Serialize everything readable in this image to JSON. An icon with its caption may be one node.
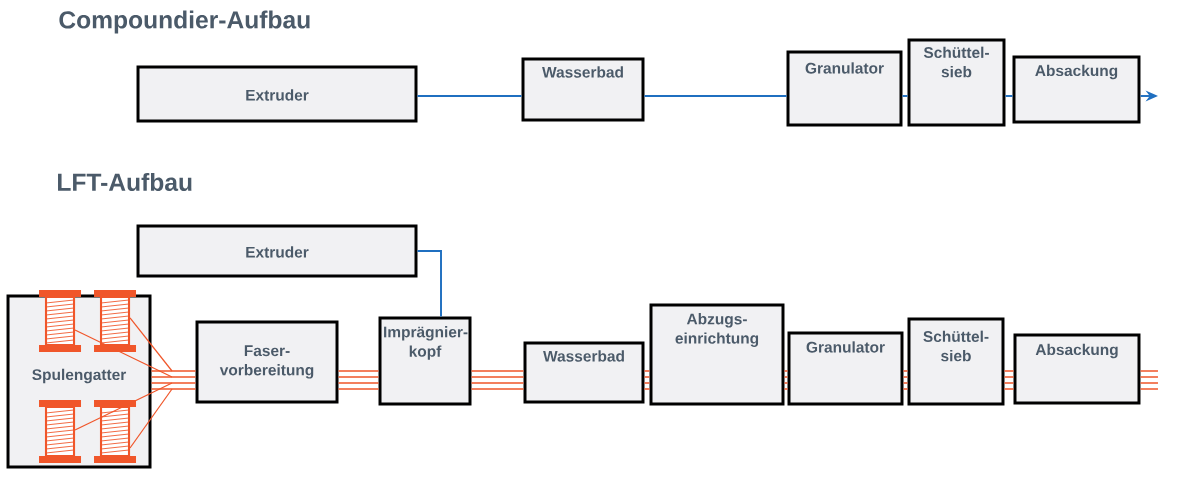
{
  "diagram": {
    "nodes": [
      {
        "text": [
          "Extruder"
        ]
      },
      {
        "text": [
          "Wasserbad"
        ]
      },
      {
        "text": [
          "Granulator"
        ]
      },
      {
        "text": [
          "Schüttel- sieb"
        ]
      },
      {
        "text": [
          "Absackung"
        ]
      },
      {
        "text": [
          "Extruder"
        ]
      },
      {
        "text": [
          "Spulengatter"
        ]
      },
      {
        "text": [
          "Faser- vorbereitung"
        ]
      },
      {
        "text": [
          "Imprägnier- kopf"
        ]
      },
      {
        "text": [
          "Wasserbad"
        ]
      },
      {
        "text": [
          "Abzugs- einrichtung"
        ]
      },
      {
        "text": [
          "Granulator"
        ]
      },
      {
        "text": [
          "Schüttel- sieb"
        ]
      },
      {
        "text": [
          "Absackung"
        ]
      }
    ],
    "edges": [
      {
        "from": 0,
        "to": 1,
        "arrow": "none",
        "color": "#1f6fc0"
      },
      {
        "from": 1,
        "to": 2,
        "arrow": "none",
        "color": "#1f6fc0"
      },
      {
        "from": 2,
        "to": 3,
        "arrow": "none",
        "color": "#1f6fc0"
      },
      {
        "from": 3,
        "to": 4,
        "arrow": "none",
        "color": "#1f6fc0"
      },
      {
        "from": 4,
        "to": null,
        "arrow": "to",
        "color": "#1f6fc0"
      },
      {
        "from": 5,
        "to": 8,
        "arrow": "none",
        "color": "#1f6fc0"
      },
      {
        "from": 6,
        "to": 7,
        "arrow": "none",
        "color": "#f0562a"
      },
      {
        "from": 7,
        "to": 8,
        "arrow": "none",
        "color": "#f0562a"
      },
      {
        "from": 8,
        "to": 9,
        "arrow": "none",
        "color": "#f0562a"
      },
      {
        "from": 9,
        "to": 10,
        "arrow": "none",
        "color": "#f0562a"
      },
      {
        "from": 10,
        "to": 11,
        "arrow": "none",
        "color": "#f0562a"
      },
      {
        "from": 11,
        "to": 12,
        "arrow": "none",
        "color": "#f0562a"
      },
      {
        "from": 12,
        "to": 13,
        "arrow": "none",
        "color": "#f0562a"
      },
      {
        "from": 13,
        "to": null,
        "arrow": "none",
        "color": "#f0562a"
      }
    ],
    "labels": [
      "Compoundier-Aufbau",
      "LFT-Aufbau"
    ]
  }
}
